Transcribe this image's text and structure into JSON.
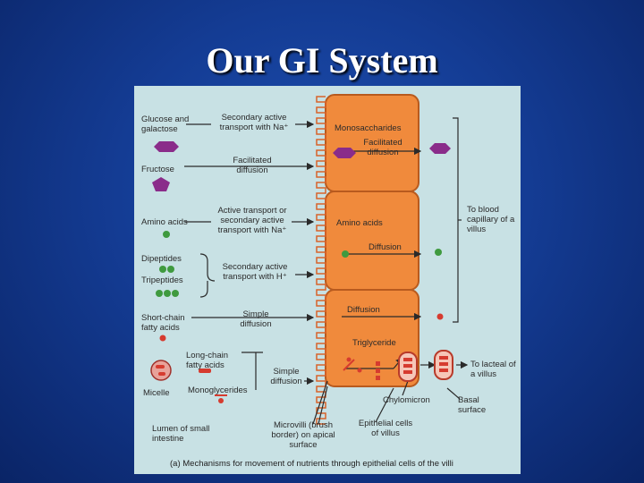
{
  "slide": {
    "title": "Our GI System"
  },
  "figure": {
    "left_column": {
      "glucose": "Glucose and galactose",
      "fructose": "Fructose",
      "amino": "Amino acids",
      "dipeptides": "Dipeptides",
      "tripeptides": "Tripeptides",
      "scfa": "Short-chain fatty acids",
      "lcfa": "Long-chain fatty acids",
      "mono": "Monoglycerides",
      "micelle": "Micelle",
      "lumen": "Lumen of small intestine"
    },
    "mechanisms": {
      "sec_na": "Secondary active transport with Na⁺",
      "fac_diff": "Facilitated diffusion",
      "active_or_sec": "Active transport or secondary active transport with Na⁺",
      "sec_h": "Secondary active transport with H⁺",
      "simple1": "Simple diffusion",
      "simple2": "Simple diffusion"
    },
    "cell": {
      "monosaccharides": "Monosaccharides",
      "facilitated": "Facilitated diffusion",
      "amino": "Amino acids",
      "diffusion1": "Diffusion",
      "diffusion2": "Diffusion",
      "triglyceride": "Triglyceride"
    },
    "right": {
      "blood": "To blood capillary of a villus",
      "lacteal": "To lacteal of a villus",
      "chylomicron": "Chylomicron",
      "basal": "Basal surface",
      "epithelial": "Epithelial cells of villus",
      "microvilli": "Microvilli (brush border) on apical surface"
    },
    "caption": "(a) Mechanisms for movement of nutrients through epithelial cells of the villi"
  },
  "colors": {
    "cell": "#f08a3c",
    "sugar": "#8a2c8a",
    "amino": "#3f9a3f",
    "lipid": "#d63b2f"
  }
}
